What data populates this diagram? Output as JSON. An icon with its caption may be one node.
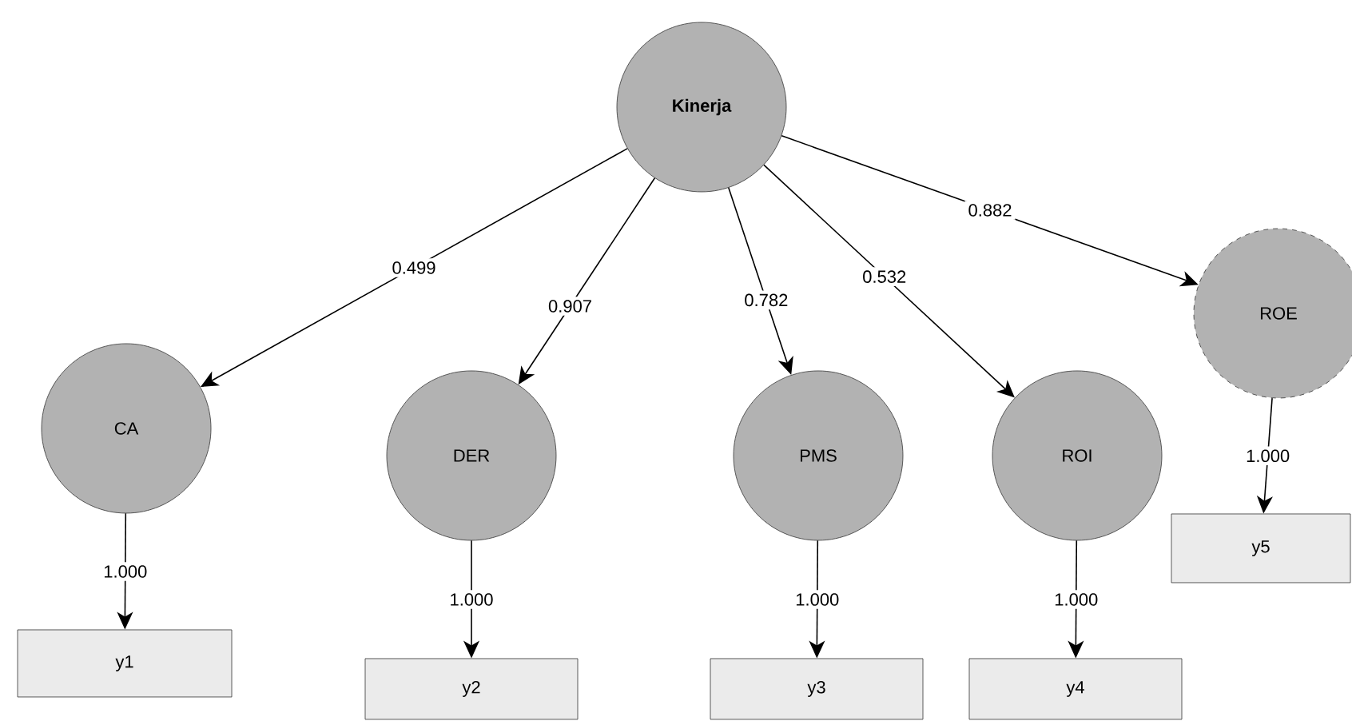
{
  "diagram": {
    "nodes": [
      {
        "text": [
          "Kinerja"
        ]
      },
      {
        "text": [
          "CA"
        ]
      },
      {
        "text": [
          "DER"
        ]
      },
      {
        "text": [
          "PMS"
        ]
      },
      {
        "text": [
          "ROI"
        ]
      },
      {
        "text": [
          "ROE"
        ]
      },
      {
        "text": [
          "y1"
        ]
      },
      {
        "text": [
          "y2"
        ]
      },
      {
        "text": [
          "y3"
        ]
      },
      {
        "text": [
          "y4"
        ]
      },
      {
        "text": [
          "y5"
        ]
      }
    ],
    "edges": [
      {
        "from": 0,
        "to": 1,
        "arrow": "to",
        "label": "0.499"
      },
      {
        "from": 0,
        "to": 2,
        "arrow": "to",
        "label": "0.907"
      },
      {
        "from": 0,
        "to": 3,
        "arrow": "to",
        "label": "0.782"
      },
      {
        "from": 0,
        "to": 4,
        "arrow": "to",
        "label": "0.532"
      },
      {
        "from": 0,
        "to": 5,
        "arrow": "to",
        "label": "0.882"
      },
      {
        "from": 1,
        "to": 6,
        "arrow": "to",
        "label": "1.000"
      },
      {
        "from": 2,
        "to": 7,
        "arrow": "to",
        "label": "1.000"
      },
      {
        "from": 3,
        "to": 8,
        "arrow": "to",
        "label": "1.000"
      },
      {
        "from": 4,
        "to": 9,
        "arrow": "to",
        "label": "1.000"
      },
      {
        "from": 5,
        "to": 10,
        "arrow": "to",
        "label": "1.000"
      }
    ]
  }
}
